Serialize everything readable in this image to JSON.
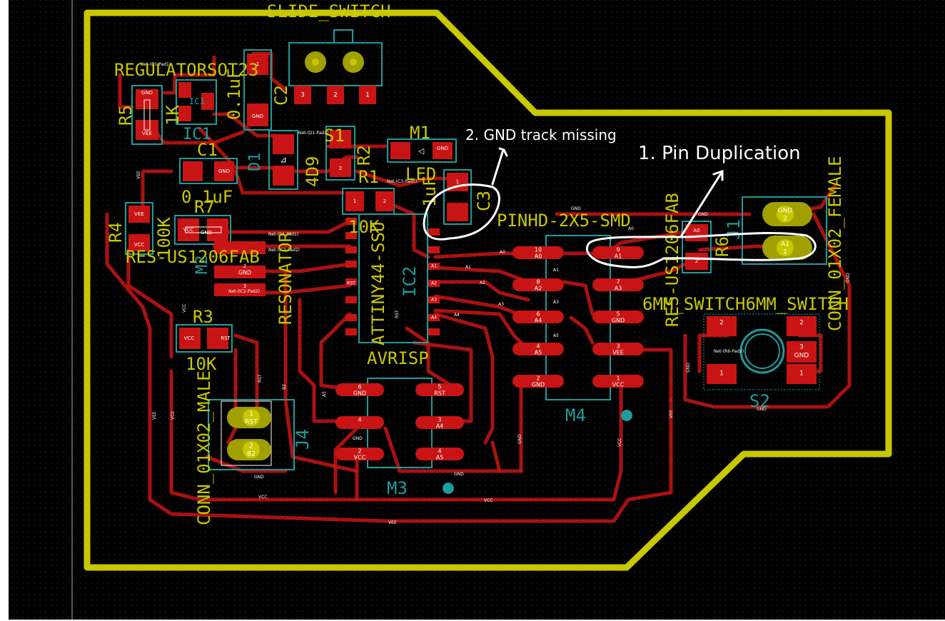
{
  "annotations": {
    "gnd_missing": "2. GND track missing",
    "pin_dup": "1. Pin Duplication"
  },
  "refs": {
    "r5": "R5",
    "ic1": "IC1",
    "c1": "C1",
    "c2": "C2",
    "d1": "D1",
    "s1": "S1",
    "r2": "R2",
    "m1": "M1",
    "r1": "R1",
    "c3": "C3",
    "r7": "R7",
    "r4": "R4",
    "m2": "M2",
    "r3": "R3",
    "ic2": "IC2",
    "m4": "M4",
    "m3": "M3",
    "j4": "J4",
    "j1": "J1",
    "r6": "R6",
    "s2": "S2"
  },
  "values": {
    "slide_switch": "SLIDE_SWITCH",
    "regulator": "REGULATORSOT23",
    "r5": "1K",
    "c2": "0.1uF",
    "c1": "0.1uF",
    "d1": "4D9",
    "led": "LED",
    "c3": "1uF",
    "r1": "10K",
    "r4": "100K",
    "res_fab": "RES-US1206FAB",
    "resonator": "RESONATOR",
    "attiny": "ATTINY44-SSU",
    "avrisp": "AVRISP",
    "pinhd": "PINHD-2X5-SMD",
    "r6_fab": "RES-US1206FAB",
    "switch": "6MM_SWITCH6MM_SWITCH",
    "conn_female": "CONN_01X02_FEMALE",
    "conn_male": "CONN_01X02_MALE",
    "r3": "10K"
  },
  "pads": {
    "gnd": "GND",
    "vee": "VEE",
    "vcc": "VCC",
    "rst": "RST",
    "a0": "A0",
    "a1": "A1",
    "a2": "A2",
    "a3": "A3",
    "a4": "A4",
    "a5": "A5",
    "b2": "B2",
    "n1": "1",
    "n2": "2",
    "n3": "3",
    "n4": "4",
    "n5": "5",
    "n6": "6",
    "n7": "7",
    "n8": "8",
    "n9": "9",
    "n10": "10"
  },
  "nets": {
    "c1_pad1": "Net-(C1-Pad1)",
    "d1_pad2": "Net-(D1-Pad2)",
    "c3_pad1": "Net-(C3-Pad1)",
    "ic2_pad2": "Net-(IC2-Pad2)",
    "r6_pad2": "Net-(R6-Pad2)"
  },
  "colors": {
    "background": "#000000",
    "board_outline": "#c8c800",
    "track": "#c81414",
    "silkscreen": "#c8c800",
    "fabrication": "#1e9c9c",
    "annotation": "#ffffff"
  }
}
